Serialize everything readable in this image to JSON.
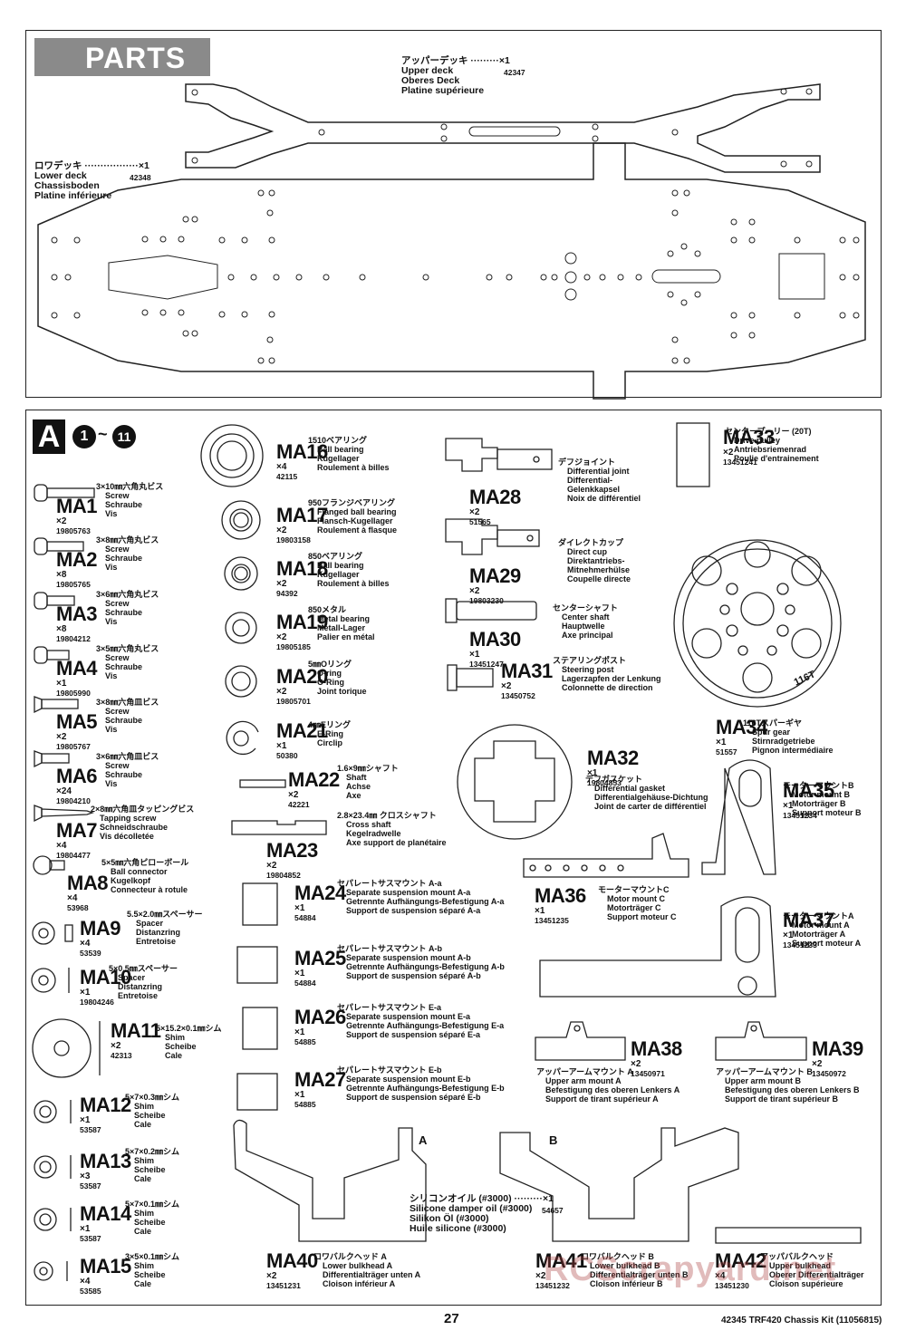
{
  "parts_section": {
    "title": "PARTS",
    "upper_deck": {
      "lines": [
        "アッパーデッキ ·········×1",
        "Upper deck",
        "Oberes Deck",
        "Platine supérieure"
      ],
      "part_no": "42347"
    },
    "lower_deck": {
      "lines": [
        "ロワデッキ ·················×1",
        "Lower deck",
        "Chassisboden",
        "Platine inférieure"
      ],
      "part_no": "42348"
    }
  },
  "bag_section": {
    "letter": "A",
    "step_from": "1",
    "tilde": "~",
    "step_to": "11"
  },
  "parts": [
    {
      "code": "MA1",
      "qty": "×2",
      "no": "19805763",
      "jp": "3×10㎜六角丸ビス",
      "names": [
        "Screw",
        "Schraube",
        "Vis"
      ]
    },
    {
      "code": "MA2",
      "qty": "×8",
      "no": "19805765",
      "jp": "3×8㎜六角丸ビス",
      "names": [
        "Screw",
        "Schraube",
        "Vis"
      ]
    },
    {
      "code": "MA3",
      "qty": "×8",
      "no": "19804212",
      "jp": "3×6㎜六角丸ビス",
      "names": [
        "Screw",
        "Schraube",
        "Vis"
      ]
    },
    {
      "code": "MA4",
      "qty": "×1",
      "no": "19805990",
      "jp": "3×5㎜六角丸ビス",
      "names": [
        "Screw",
        "Schraube",
        "Vis"
      ]
    },
    {
      "code": "MA5",
      "qty": "×2",
      "no": "19805767",
      "jp": "3×8㎜六角皿ビス",
      "names": [
        "Screw",
        "Schraube",
        "Vis"
      ]
    },
    {
      "code": "MA6",
      "qty": "×24",
      "no": "19804210",
      "jp": "3×6㎜六角皿ビス",
      "names": [
        "Screw",
        "Schraube",
        "Vis"
      ]
    },
    {
      "code": "MA7",
      "qty": "×4",
      "no": "19804477",
      "jp": "2×8㎜六角皿タッピングビス",
      "names": [
        "Tapping screw",
        "Schneidschraube",
        "Vis décolletée"
      ]
    },
    {
      "code": "MA8",
      "qty": "×4",
      "no": "53968",
      "jp": "5×5㎜六角ピローボール",
      "names": [
        "Ball connector",
        "Kugelkopf",
        "Connecteur à rotule"
      ]
    },
    {
      "code": "MA9",
      "qty": "×4",
      "no": "53539",
      "jp": "5.5×2.0㎜スペーサー",
      "names": [
        "Spacer",
        "Distanzring",
        "Entretoise"
      ]
    },
    {
      "code": "MA10",
      "qty": "×1",
      "no": "19804246",
      "jp": "5×0.5㎜スペーサー",
      "names": [
        "Spacer",
        "Distanzring",
        "Entretoise"
      ]
    },
    {
      "code": "MA11",
      "qty": "×2",
      "no": "42313",
      "jp": "5×15.2×0.1㎜シム",
      "names": [
        "Shim",
        "Scheibe",
        "Cale"
      ]
    },
    {
      "code": "MA12",
      "qty": "×1",
      "no": "53587",
      "jp": "5×7×0.3㎜シム",
      "names": [
        "Shim",
        "Scheibe",
        "Cale"
      ]
    },
    {
      "code": "MA13",
      "qty": "×3",
      "no": "53587",
      "jp": "5×7×0.2㎜シム",
      "names": [
        "Shim",
        "Scheibe",
        "Cale"
      ]
    },
    {
      "code": "MA14",
      "qty": "×1",
      "no": "53587",
      "jp": "5×7×0.1㎜シム",
      "names": [
        "Shim",
        "Scheibe",
        "Cale"
      ]
    },
    {
      "code": "MA15",
      "qty": "×4",
      "no": "53585",
      "jp": "3×5×0.1㎜シム",
      "names": [
        "Shim",
        "Scheibe",
        "Cale"
      ]
    },
    {
      "code": "MA16",
      "qty": "×4",
      "no": "42115",
      "jp": "1510ベアリング",
      "names": [
        "Ball bearing",
        "Kugellager",
        "Roulement à billes"
      ]
    },
    {
      "code": "MA17",
      "qty": "×2",
      "no": "19803158",
      "jp": "950フランジベアリング",
      "names": [
        "Flanged ball bearing",
        "Flansch-Kugellager",
        "Roulement à flasque"
      ]
    },
    {
      "code": "MA18",
      "qty": "×2",
      "no": "94392",
      "jp": "850ベアリング",
      "names": [
        "Ball bearing",
        "Kugellager",
        "Roulement à billes"
      ]
    },
    {
      "code": "MA19",
      "qty": "×2",
      "no": "19805185",
      "jp": "850メタル",
      "names": [
        "Metal bearing",
        "Metall-Lager",
        "Palier en métal"
      ]
    },
    {
      "code": "MA20",
      "qty": "×2",
      "no": "19805701",
      "jp": "5㎜Oリング",
      "names": [
        "O-ring",
        "O-Ring",
        "Joint torique"
      ]
    },
    {
      "code": "MA21",
      "qty": "×1",
      "no": "50380",
      "jp": "4㎜Eリング",
      "names": [
        "E-Ring",
        "Circlip"
      ]
    },
    {
      "code": "MA22",
      "qty": "×2",
      "no": "42221",
      "jp": "1.6×9㎜シャフト",
      "names": [
        "Shaft",
        "Achse",
        "Axe"
      ]
    },
    {
      "code": "MA23",
      "qty": "×2",
      "no": "19804852",
      "jp": "2.8×23.4㎜ クロスシャフト",
      "names": [
        "Cross shaft",
        "Kegelradwelle",
        "Axe support de planétaire"
      ]
    },
    {
      "code": "MA24",
      "qty": "×1",
      "no": "54884",
      "jp": "セパレートサスマウント A-a",
      "names": [
        "Separate suspension mount A-a",
        "Getrennte Aufhängungs-Befestigung A-a",
        "Support de suspension séparé A-a"
      ]
    },
    {
      "code": "MA25",
      "qty": "×1",
      "no": "54884",
      "jp": "セパレートサスマウント A-b",
      "names": [
        "Separate suspension mount A-b",
        "Getrennte Aufhängungs-Befestigung A-b",
        "Support de suspension séparé A-b"
      ]
    },
    {
      "code": "MA26",
      "qty": "×1",
      "no": "54885",
      "jp": "セパレートサスマウント E-a",
      "names": [
        "Separate suspension mount E-a",
        "Getrennte Aufhängungs-Befestigung E-a",
        "Support de suspension séparé E-a"
      ]
    },
    {
      "code": "MA27",
      "qty": "×1",
      "no": "54885",
      "jp": "セパレートサスマウント E-b",
      "names": [
        "Separate suspension mount E-b",
        "Getrennte Aufhängungs-Befestigung E-b",
        "Support de suspension séparé E-b"
      ]
    },
    {
      "code": "MA28",
      "qty": "×2",
      "no": "51565",
      "jp": "デフジョイント",
      "names": [
        "Differential joint",
        "Differential-",
        "Gelenkkapsel",
        "Noix de différentiel"
      ]
    },
    {
      "code": "MA29",
      "qty": "×2",
      "no": "19803230",
      "jp": "ダイレクトカップ",
      "names": [
        "Direct cup",
        "Direktantriebs-",
        "Mitnehmerhülse",
        "Coupelle directe"
      ]
    },
    {
      "code": "MA30",
      "qty": "×1",
      "no": "13451247",
      "jp": "センターシャフト",
      "names": [
        "Center shaft",
        "Hauptwelle",
        "Axe principal"
      ]
    },
    {
      "code": "MA31",
      "qty": "×2",
      "no": "13450752",
      "jp": "ステアリングポスト",
      "names": [
        "Steering post",
        "Lagerzapfen der Lenkung",
        "Colonnette de direction"
      ]
    },
    {
      "code": "MA32",
      "qty": "×1",
      "no": "19804853",
      "jp": "デフガスケット",
      "names": [
        "Differential gasket",
        "Differentialgehäuse-Dichtung",
        "Joint de carter de différentiel"
      ]
    },
    {
      "code": "MA33",
      "qty": "×2",
      "no": "13451241",
      "jp": "センタープーリー (20T)",
      "names": [
        "Drive pulley",
        "Antriebsriemenrad",
        "Poulie d'entrainement"
      ]
    },
    {
      "code": "MA34",
      "qty": "×1",
      "no": "51557",
      "jp": "116Tスパーギヤ",
      "names": [
        "Spur gear",
        "Stirnradgetriebe",
        "Pignon intermédiaire"
      ]
    },
    {
      "code": "MA35",
      "qty": "×1",
      "no": "13451234",
      "jp": "モーターマウントB",
      "names": [
        "Motor mount B",
        "Motorträger B",
        "Support moteur B"
      ]
    },
    {
      "code": "MA36",
      "qty": "×1",
      "no": "13451235",
      "jp": "モーターマウントC",
      "names": [
        "Motor mount C",
        "Motorträger C",
        "Support moteur C"
      ]
    },
    {
      "code": "MA37",
      "qty": "×1",
      "no": "13451233",
      "jp": "モーターマウントA",
      "names": [
        "Motor mount A",
        "Motorträger A",
        "Support moteur A"
      ]
    },
    {
      "code": "MA38",
      "qty": "×2",
      "no": "13450971",
      "jp": "アッパーアームマウント A",
      "names": [
        "Upper arm mount A",
        "Befestigung des oberen Lenkers A",
        "Support de tirant supérieur A"
      ]
    },
    {
      "code": "MA39",
      "qty": "×2",
      "no": "13450972",
      "jp": "アッパーアームマウント B",
      "names": [
        "Upper arm mount B",
        "Befestigung des oberen Lenkers B",
        "Support de tirant supérieur B"
      ]
    },
    {
      "code": "MA40",
      "qty": "×2",
      "no": "13451231",
      "jp": "ロワバルクヘッド A",
      "names": [
        "Lower bulkhead A",
        "Differentialträger unten A",
        "Cloison inférieur A"
      ]
    },
    {
      "code": "MA41",
      "qty": "×2",
      "no": "13451232",
      "jp": "ロワバルクヘッド B",
      "names": [
        "Lower bulkhead B",
        "Differentialträger unten B",
        "Cloison inférieur B"
      ]
    },
    {
      "code": "MA42",
      "qty": "×4",
      "no": "13451230",
      "jp": "アッパバルクヘッド",
      "names": [
        "Upper bulkhead",
        "Oberer Differentialträger",
        "Cloison supérieure"
      ]
    }
  ],
  "gear_label": "116T",
  "bulkhead_letters": {
    "a": "A",
    "b": "B"
  },
  "silicone_oil": {
    "lines": [
      "シリコンオイル (#3000) ·········×1",
      "Silicone damper oil (#3000)",
      "Silikon Öl (#3000)",
      "Huile silicone (#3000)"
    ],
    "part_no": "54657"
  },
  "footer": {
    "page_number": "27",
    "kit": "42345  TRF420 Chassis Kit (11056815)"
  },
  "watermark": "RCScrapyard.net"
}
